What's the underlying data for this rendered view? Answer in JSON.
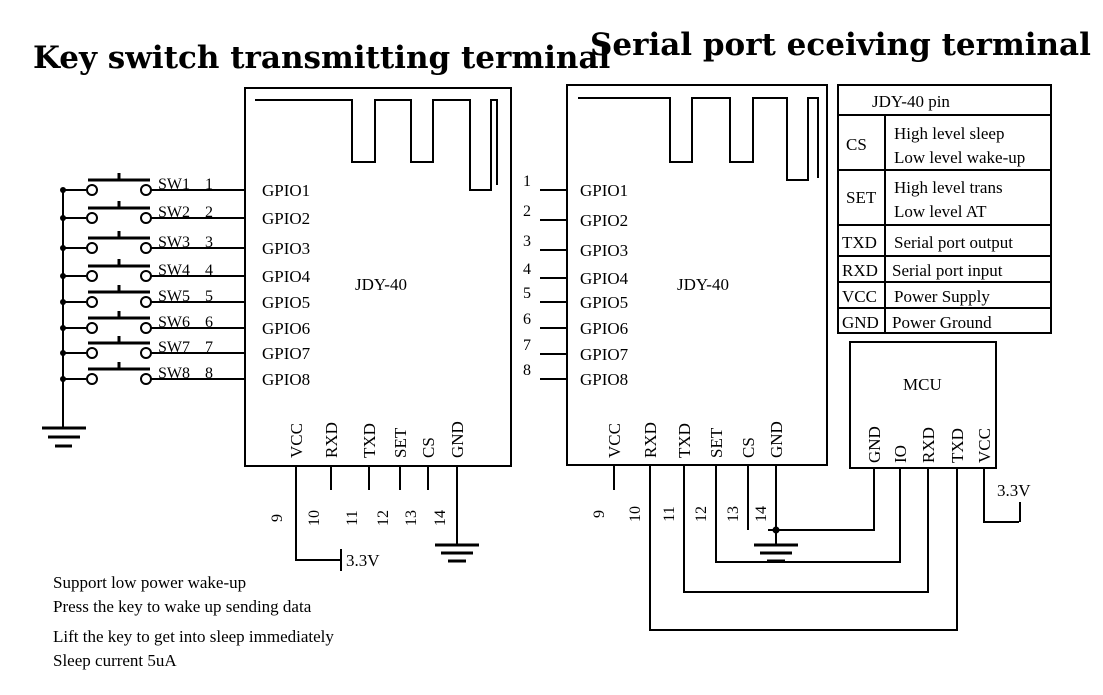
{
  "titles": {
    "left": "Key switch transmitting terminal",
    "right": "Serial port  eceiving terminal"
  },
  "transmitter": {
    "module_name": "JDY-40",
    "gpio_pins": [
      "GPIO1",
      "GPIO2",
      "GPIO3",
      "GPIO4",
      "GPIO5",
      "GPIO6",
      "GPIO7",
      "GPIO8"
    ],
    "gpio_numbers": [
      "1",
      "2",
      "3",
      "4",
      "5",
      "6",
      "7",
      "8"
    ],
    "switches": [
      "SW1",
      "SW2",
      "SW3",
      "SW4",
      "SW5",
      "SW6",
      "SW7",
      "SW8"
    ],
    "bottom_pins": [
      "VCC",
      "RXD",
      "TXD",
      "SET",
      "CS",
      "GND"
    ],
    "bottom_numbers": [
      "9",
      "10",
      "11",
      "12",
      "13",
      "14"
    ],
    "supply": "3.3V"
  },
  "receiver": {
    "module_name": "JDY-40",
    "gpio_pins": [
      "GPIO1",
      "GPIO2",
      "GPIO3",
      "GPIO4",
      "GPIO5",
      "GPIO6",
      "GPIO7",
      "GPIO8"
    ],
    "gpio_numbers": [
      "1",
      "2",
      "3",
      "4",
      "5",
      "6",
      "7",
      "8"
    ],
    "bottom_pins": [
      "VCC",
      "RXD",
      "TXD",
      "SET",
      "CS",
      "GND"
    ],
    "bottom_numbers": [
      "9",
      "10",
      "11",
      "12",
      "13",
      "14"
    ]
  },
  "mcu": {
    "label": "MCU",
    "pins": [
      "GND",
      "IO",
      "RXD",
      "TXD",
      "VCC"
    ],
    "supply": "3.3V"
  },
  "pin_table": {
    "header": "JDY-40 pin",
    "rows": [
      {
        "pin": "CS",
        "desc": [
          "High level sleep",
          "Low level wake-up"
        ]
      },
      {
        "pin": "SET",
        "desc": [
          "High level trans",
          "Low level AT"
        ]
      },
      {
        "pin": "TXD",
        "desc": [
          "Serial port output"
        ]
      },
      {
        "pin": "RXD",
        "desc": [
          "Serial port input"
        ]
      },
      {
        "pin": "VCC",
        "desc": [
          "Power Supply"
        ]
      },
      {
        "pin": "GND",
        "desc": [
          "Power Ground"
        ]
      }
    ]
  },
  "notes": [
    "Support low power wake-up",
    "Press the key to wake up sending data",
    "Lift the key to get into sleep immediately",
    "Sleep current 5uA"
  ]
}
